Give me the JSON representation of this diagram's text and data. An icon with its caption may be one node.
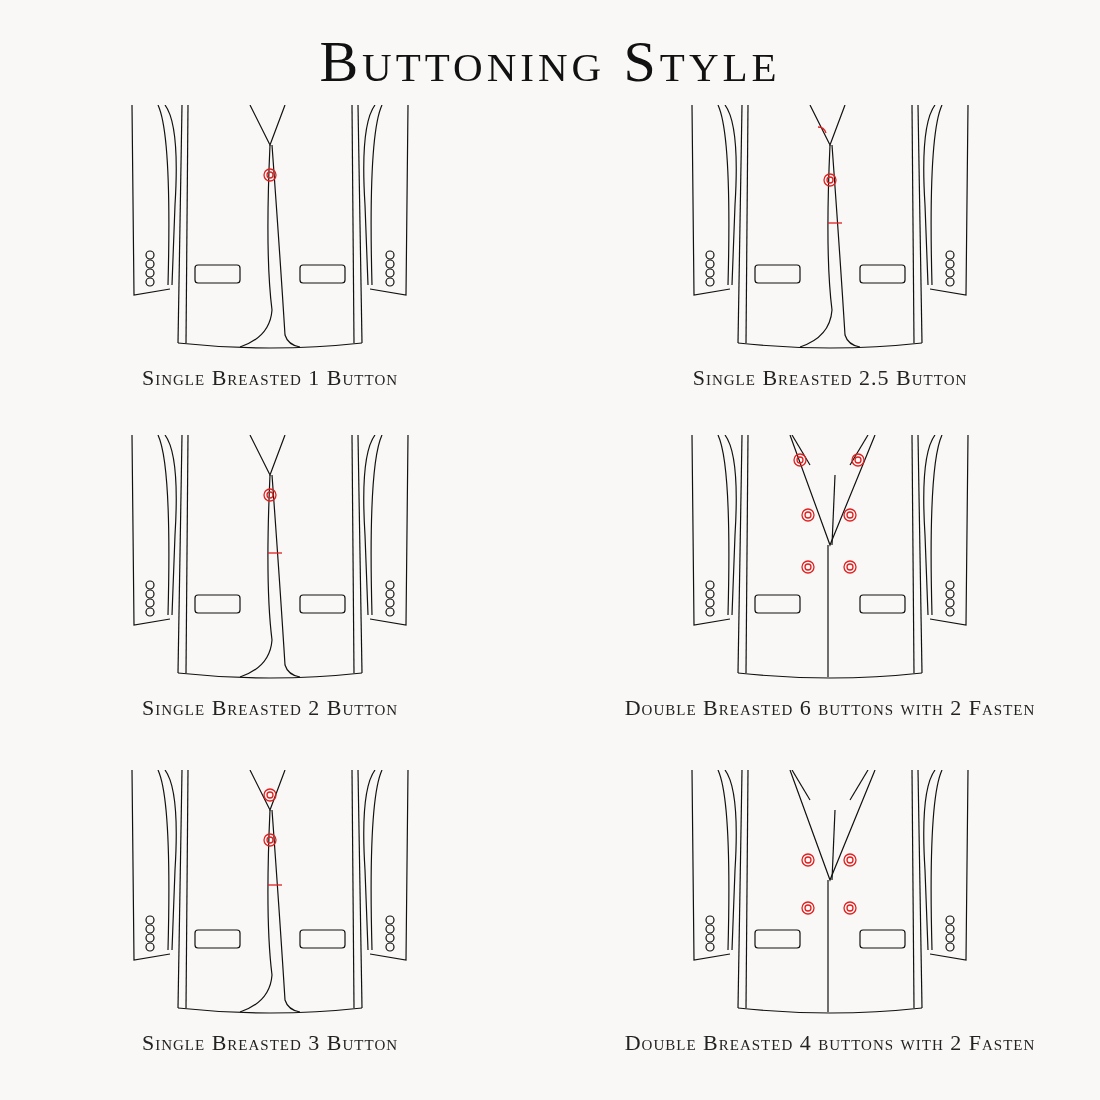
{
  "diagram": {
    "title": "Buttoning Style",
    "labels": [
      "Single Breasted 1 Button",
      "Single Breasted 2.5 Button",
      "Single Breasted 2 Button",
      "Double Breasted 6 buttons with 2 Fasten",
      "Single Breasted 3 Button",
      "Double Breasted 4 buttons with 2 Fasten"
    ]
  }
}
